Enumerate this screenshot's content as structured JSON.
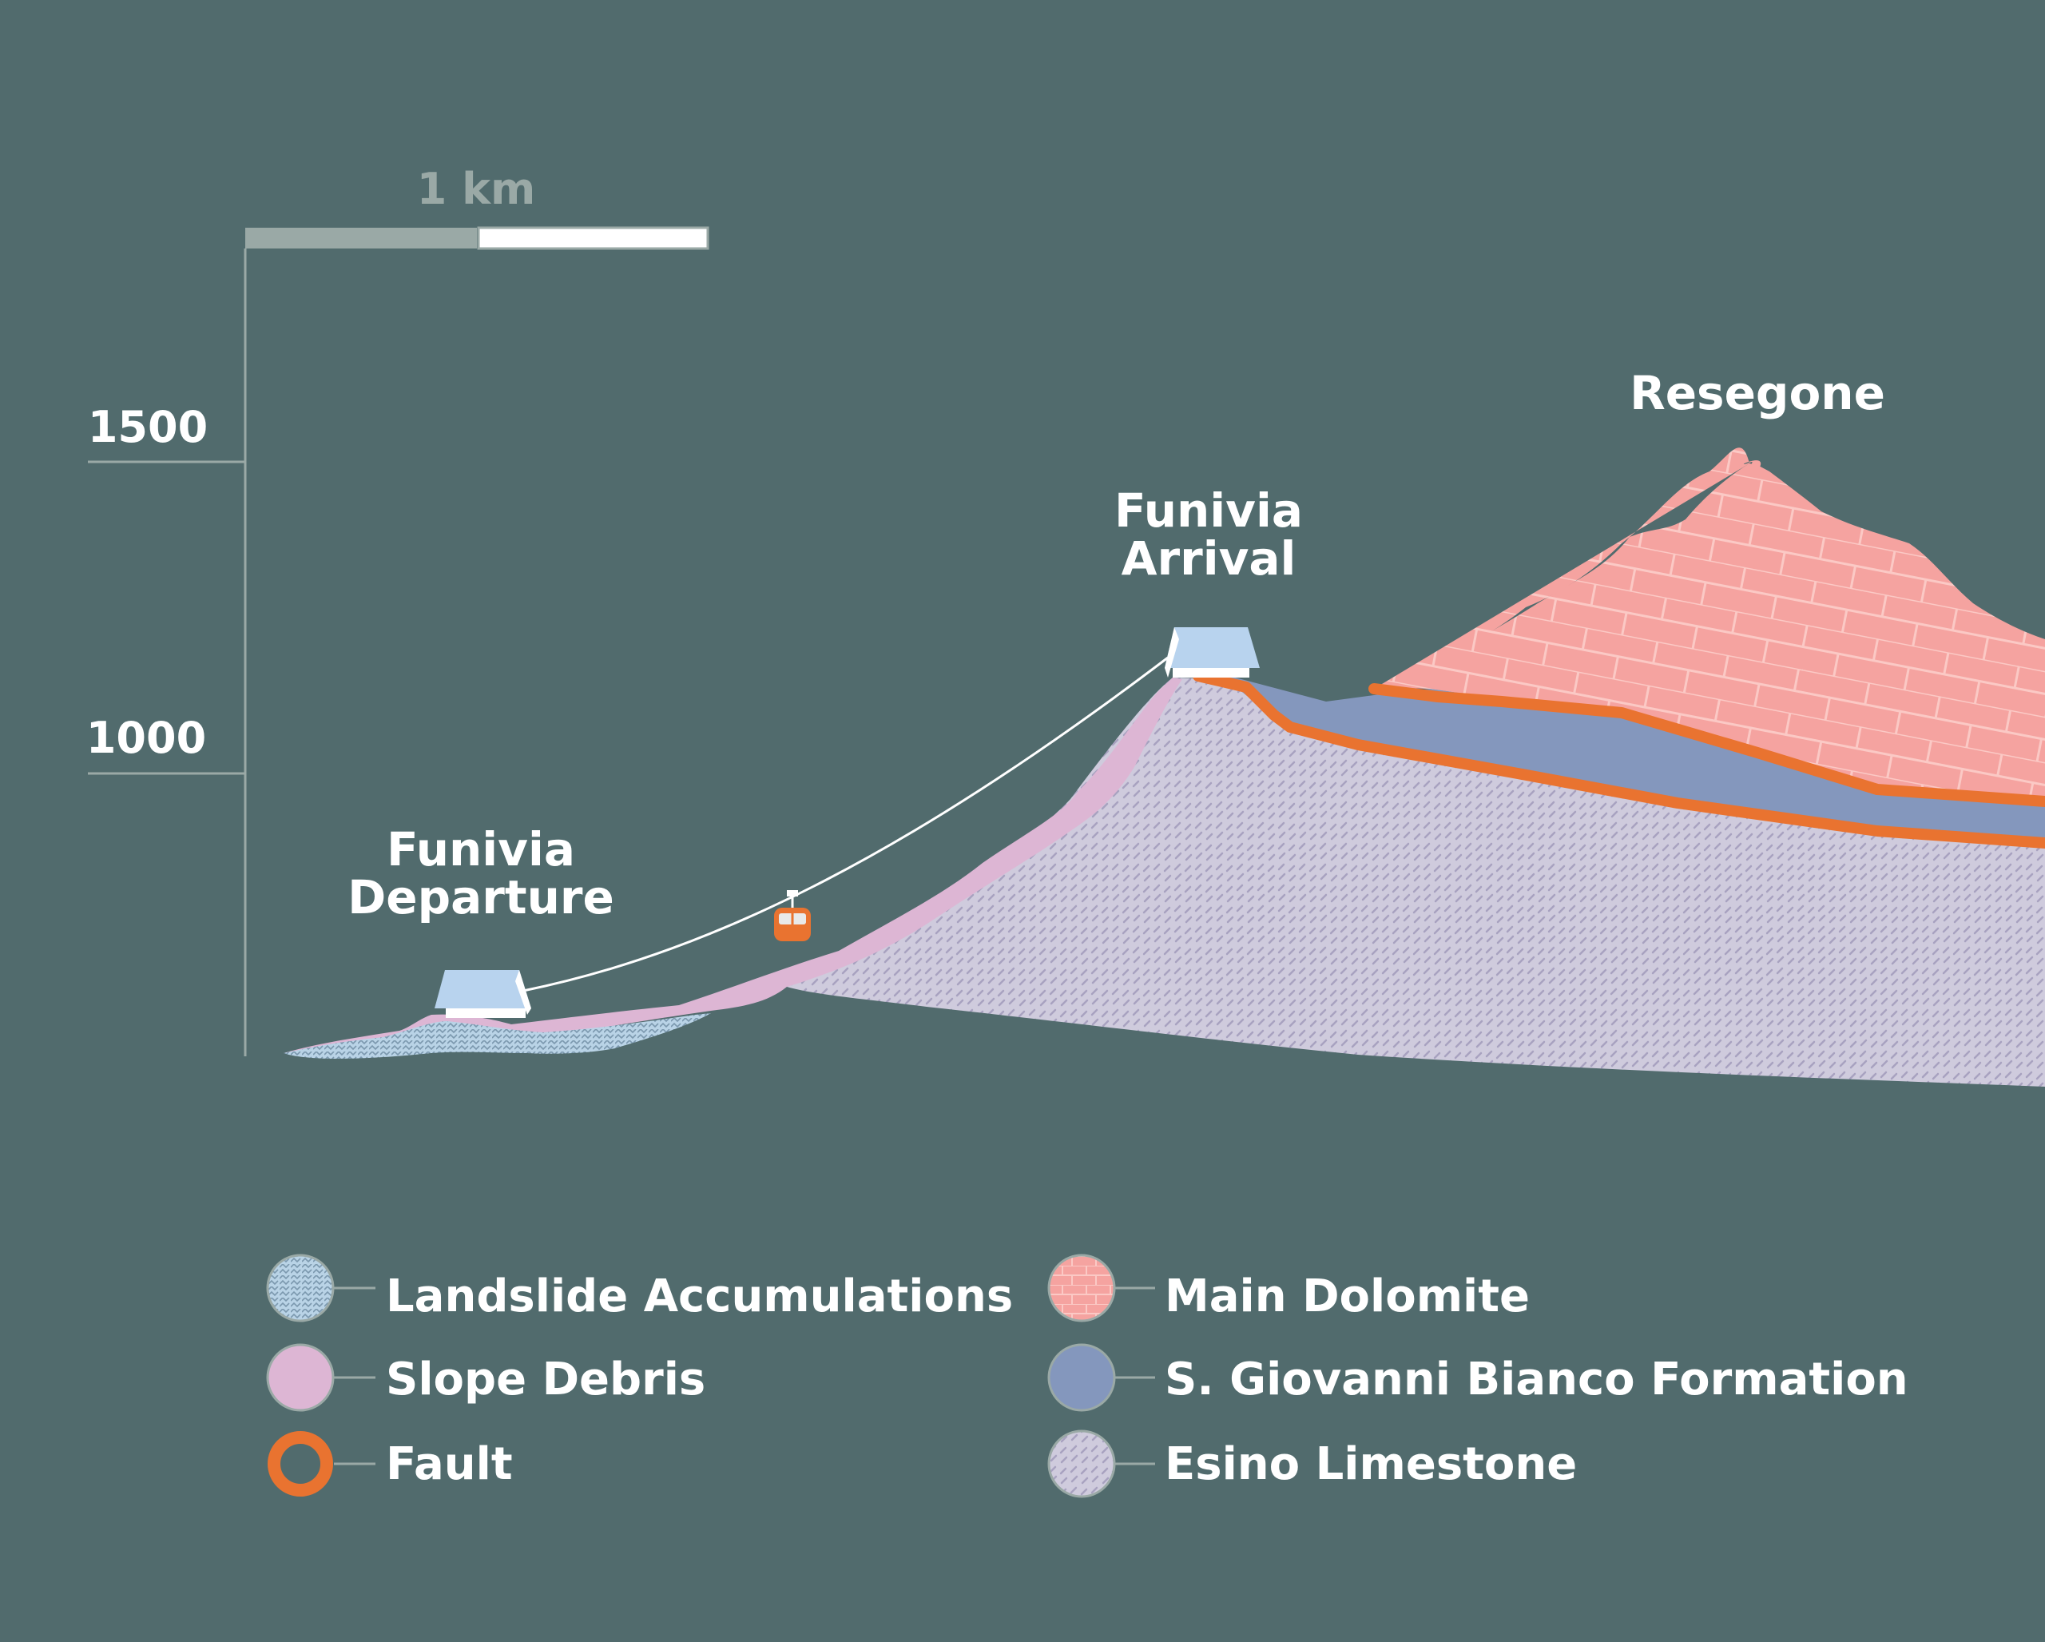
{
  "scale_bar": {
    "label": "1 km"
  },
  "elevation_axis": {
    "ticks": [
      "1500",
      "1000"
    ]
  },
  "labels": {
    "departure": [
      "Funivia",
      "Departure"
    ],
    "arrival": [
      "Funivia",
      "Arrival"
    ],
    "peak": "Resegone"
  },
  "legend": [
    {
      "key": "landslide",
      "label": "Landslide Accumulations"
    },
    {
      "key": "debris",
      "label": "Slope Debris"
    },
    {
      "key": "fault",
      "label": "Fault"
    },
    {
      "key": "dolomite",
      "label": "Main Dolomite"
    },
    {
      "key": "sgiovanni",
      "label": "S. Giovanni Bianco Formation"
    },
    {
      "key": "esino",
      "label": "Esino Limestone"
    }
  ],
  "colors": {
    "background": "#516b6d",
    "landslide": "#b9d3e6",
    "debris": "#ddb6d4",
    "fault": "#e97330",
    "dolomite": "#f5a3a0",
    "sgiovanni": "#8497bd",
    "esino": "#cfcbdd",
    "axis": "#9aa9a6",
    "building": "#b8d3ee",
    "text": "#ffffff"
  }
}
